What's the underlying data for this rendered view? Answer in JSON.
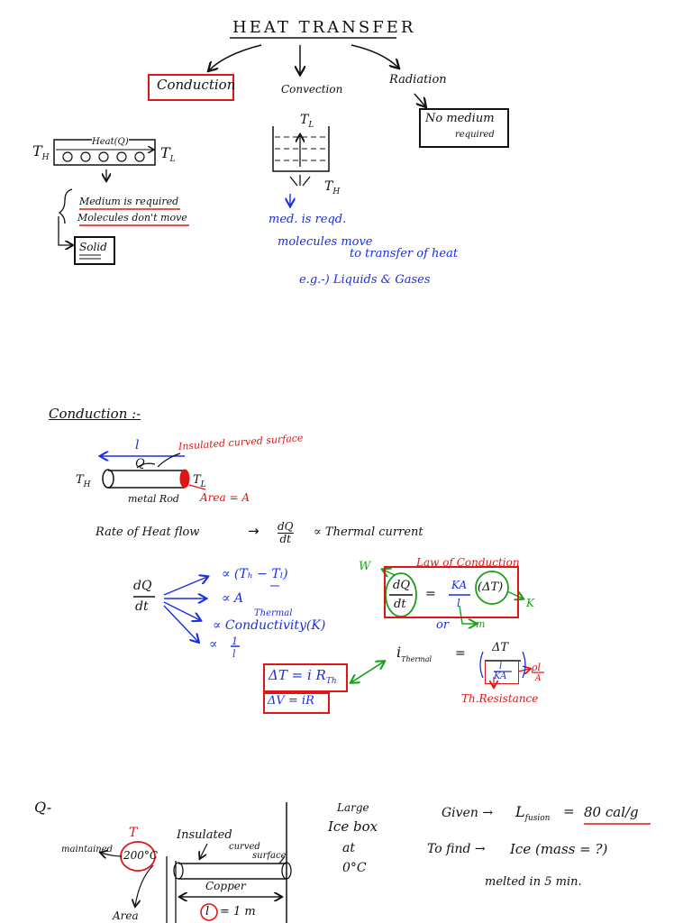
{
  "page": {
    "title": "HEAT TRANSFER"
  },
  "tree": {
    "conduction": "Conduction",
    "convection": "Convection",
    "radiation": "Radiation",
    "no_medium_1": "No medium",
    "no_medium_2": "required"
  },
  "conduction_sketch": {
    "th": "T",
    "th_sub": "H",
    "tl": "T",
    "tl_sub": "L",
    "heat": "Heat(Q)",
    "medium": "Medium is required",
    "molecules": "Molecules don't move",
    "solid": "Solid"
  },
  "convection_sketch": {
    "tl": "T",
    "tl_sub": "L",
    "th": "T",
    "th_sub": "H",
    "line1": "med. is reqd.",
    "line2": "molecules move",
    "line3": "to transfer of heat",
    "line4": "e.g.-) Liquids & Gases"
  },
  "conduction_section": {
    "heading": "Conduction :-",
    "l": "l",
    "q": "Q",
    "insulated": "Insulated curved surface",
    "th": "T",
    "th_sub": "H",
    "tl": "T",
    "tl_sub": "L",
    "metal_rod": "metal Rod",
    "area": "Area = A",
    "rate_line_a": "Rate of Heat flow",
    "rate_arrow": "→",
    "rate_line_b": "∝ Thermal current",
    "dq": "dQ",
    "dt": "dt",
    "prop1": "∝ (Tₕ − Tₗ)",
    "prop2": "∝ A",
    "thermal": "Thermal",
    "prop3": "∝ Conductivity(K)",
    "prop4": "∝",
    "one": "1",
    "ell": "l",
    "law": "Law of Conduction",
    "w": "W",
    "k": "K",
    "m": "m",
    "eq_ka": "KA",
    "eq_l": "l",
    "eq_dt": "(ΔT)",
    "eq_eq": "=",
    "or": "or",
    "i_thermal": "i",
    "i_sub": "Thermal",
    "eq2": "=",
    "delta_t": "ΔT",
    "frac_l": "l",
    "frac_ka": "KA",
    "rho_l": "ρl",
    "rho_a": "A",
    "dt_eq": "ΔT = i R",
    "dt_eq_sub": "Th",
    "dv_eq": "ΔV = iR",
    "th_res": "Th.Resistance"
  },
  "question": {
    "q": "Q-",
    "t": "T",
    "maintained": "maintained",
    "temp": "200°C",
    "insulated": "Insulated",
    "curved": "curved",
    "surface": "surface",
    "copper": "Copper",
    "area": "Area",
    "length": "l",
    "length_val": "= 1 m",
    "large": "Large",
    "ice_box": "Ice box",
    "at": "at",
    "zero_c": "0°C",
    "given": "Given →",
    "l_fusion": "L",
    "l_fusion_sub": "fusion",
    "eq": "=",
    "fusion_val": "80 cal/g",
    "to_find": "To find →",
    "ice_mass": "Ice (mass = ?)",
    "melted": "melted in 5 min."
  }
}
